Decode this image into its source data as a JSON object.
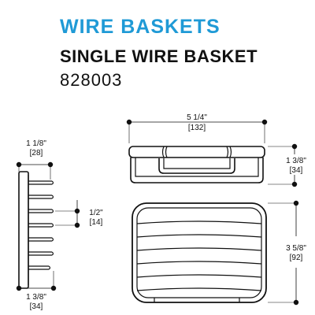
{
  "header": {
    "title": "WIRE BASKETS",
    "subtitle": "SINGLE WIRE BASKET",
    "model": "828003"
  },
  "colors": {
    "accent": "#1f9ad6",
    "ink": "#111111"
  },
  "dimensions": {
    "width_in": "5 1/4\"",
    "width_mm": "[132]",
    "height_in": "1 3/8\"",
    "height_mm": "[34]",
    "depth_in": "3 5/8\"",
    "depth_mm": "[92]",
    "spacing_in": "1/2\"",
    "spacing_mm": "[14]",
    "side_top_in": "1 1/8\"",
    "side_top_mm": "[28]",
    "side_bottom_in": "1 3/8\"",
    "side_bottom_mm": "[34]"
  }
}
